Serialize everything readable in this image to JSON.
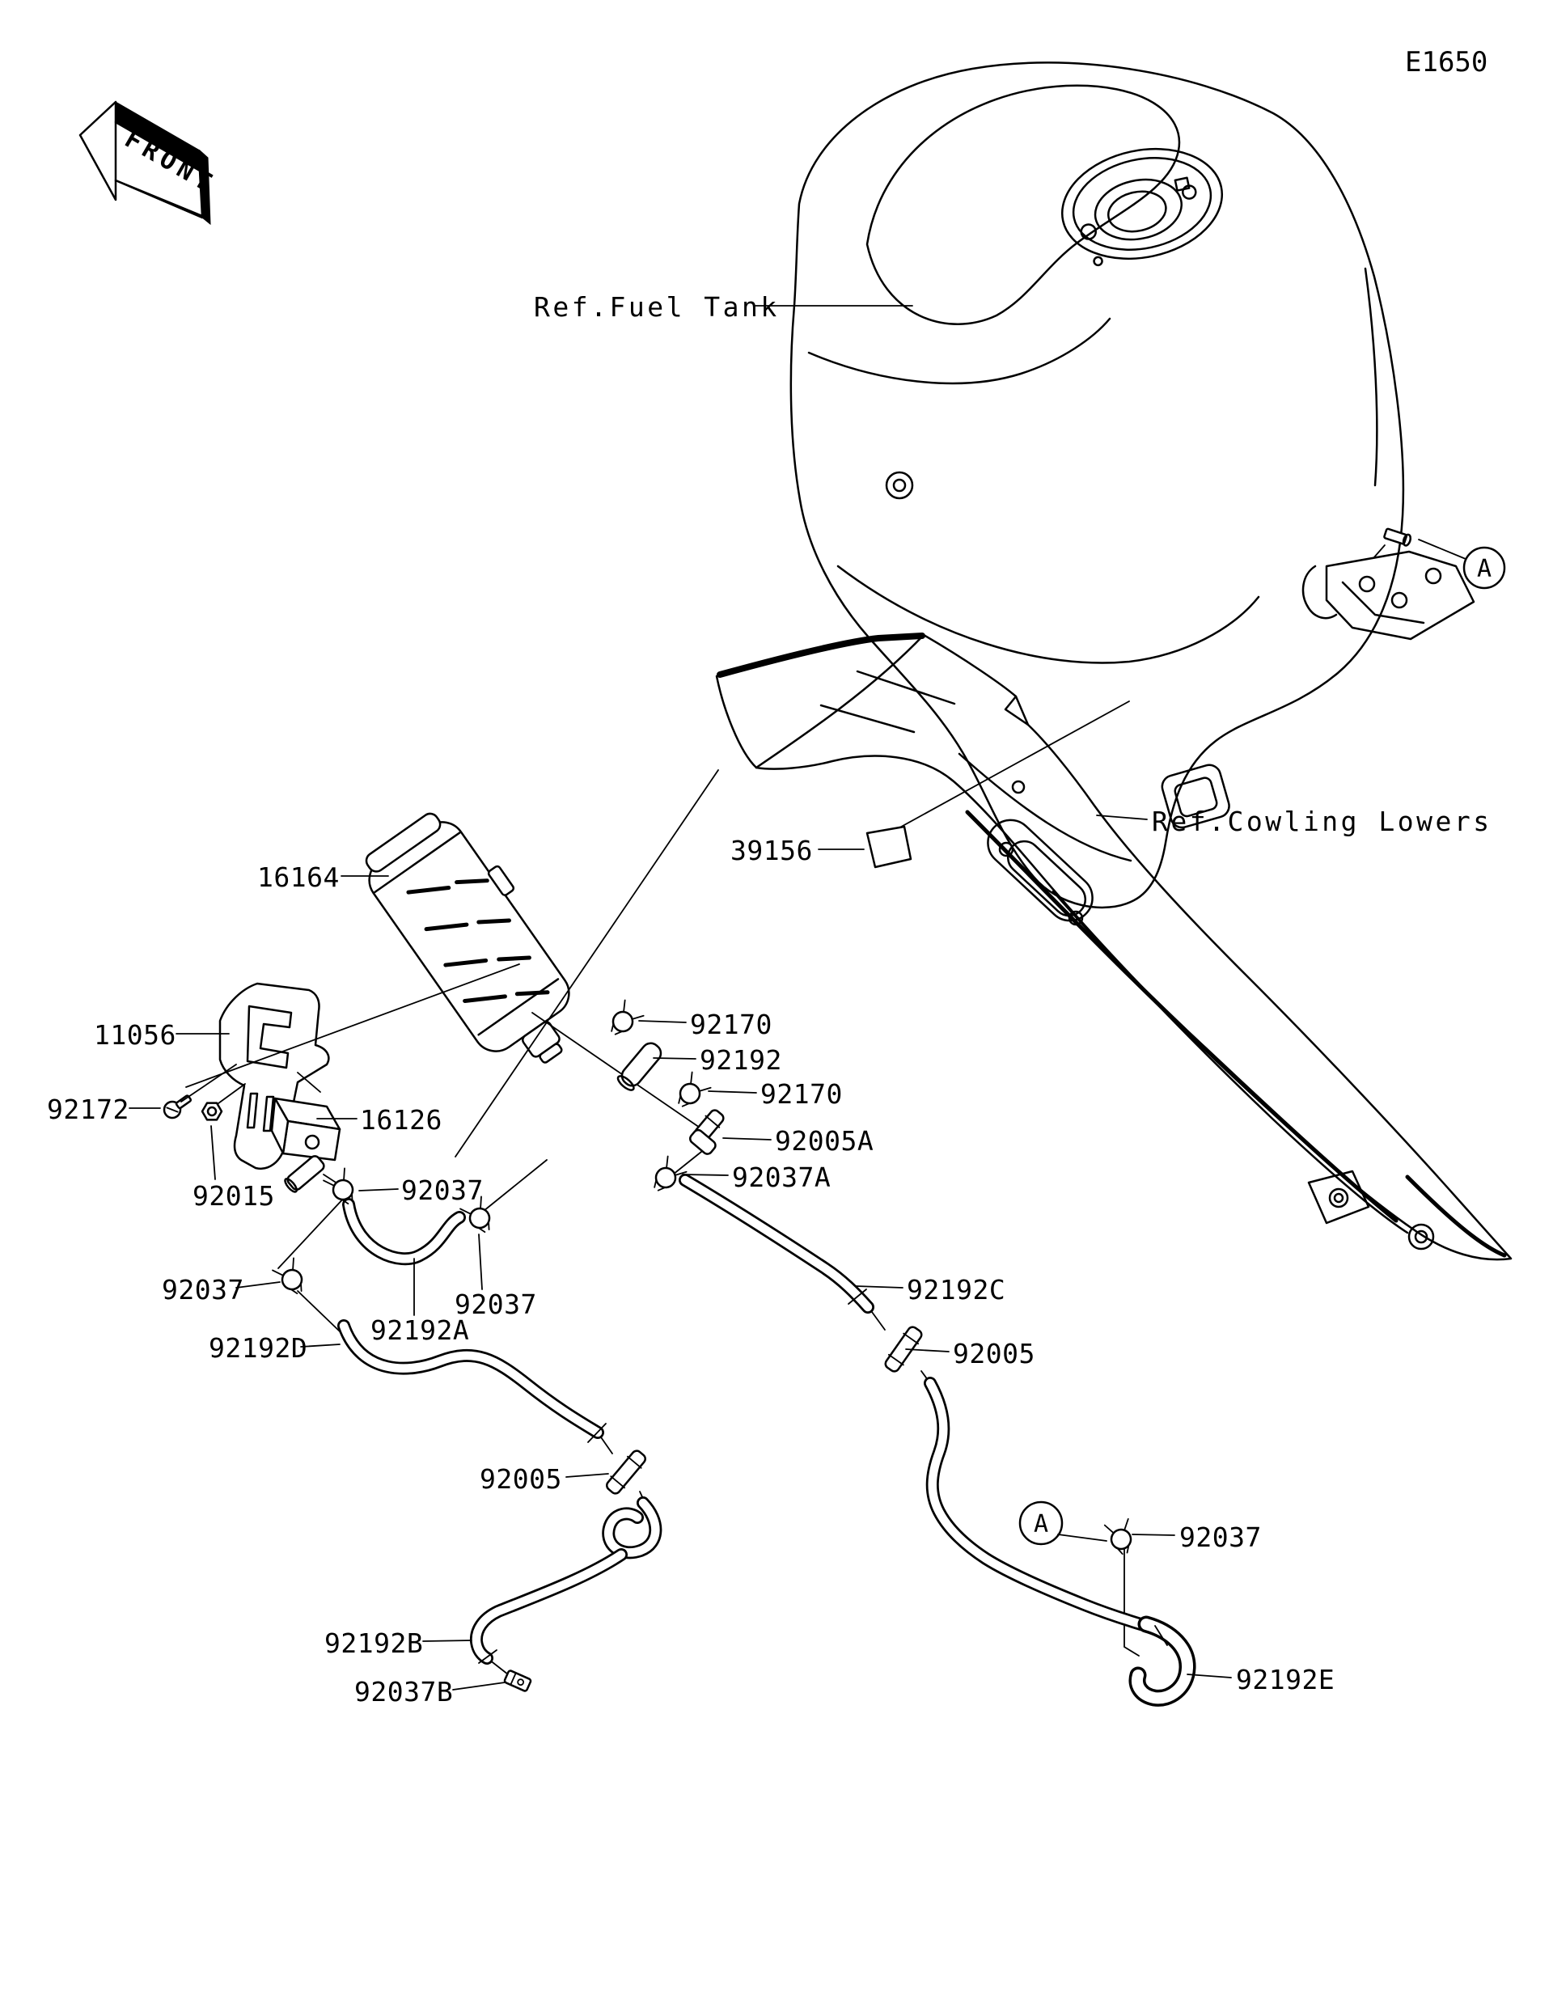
{
  "page": {
    "diagram_code": "E1650",
    "front_marker": "FRONT",
    "background_color": "#ffffff",
    "line_color": "#000000"
  },
  "references": {
    "fuel_tank": "Ref.Fuel Tank",
    "cowling_lowers": "Ref.Cowling Lowers"
  },
  "view_markers": {
    "tank_bolt": "A",
    "hose_clamp": "A"
  },
  "parts": [
    {
      "id": "pad",
      "label": "39156"
    },
    {
      "id": "canister",
      "label": "16164"
    },
    {
      "id": "bracket",
      "label": "11056"
    },
    {
      "id": "screw",
      "label": "92172"
    },
    {
      "id": "nut",
      "label": "92015"
    },
    {
      "id": "valve",
      "label": "16126"
    },
    {
      "id": "clamp-valve",
      "label": "92037"
    },
    {
      "id": "clamp-left",
      "label": "92037"
    },
    {
      "id": "clamp-mid",
      "label": "92037"
    },
    {
      "id": "hose-a",
      "label": "92192A"
    },
    {
      "id": "hose-d",
      "label": "92192D"
    },
    {
      "id": "clip-upper",
      "label": "92170"
    },
    {
      "id": "tube",
      "label": "92192"
    },
    {
      "id": "clip-lower",
      "label": "92170"
    },
    {
      "id": "joint-a",
      "label": "92005A"
    },
    {
      "id": "clamp-a",
      "label": "92037A"
    },
    {
      "id": "hose-c",
      "label": "92192C"
    },
    {
      "id": "joint-right",
      "label": "92005"
    },
    {
      "id": "joint-left",
      "label": "92005"
    },
    {
      "id": "hose-b",
      "label": "92192B"
    },
    {
      "id": "clamp-b",
      "label": "92037B"
    },
    {
      "id": "clamp-right",
      "label": "92037"
    },
    {
      "id": "hose-e",
      "label": "92192E"
    }
  ]
}
